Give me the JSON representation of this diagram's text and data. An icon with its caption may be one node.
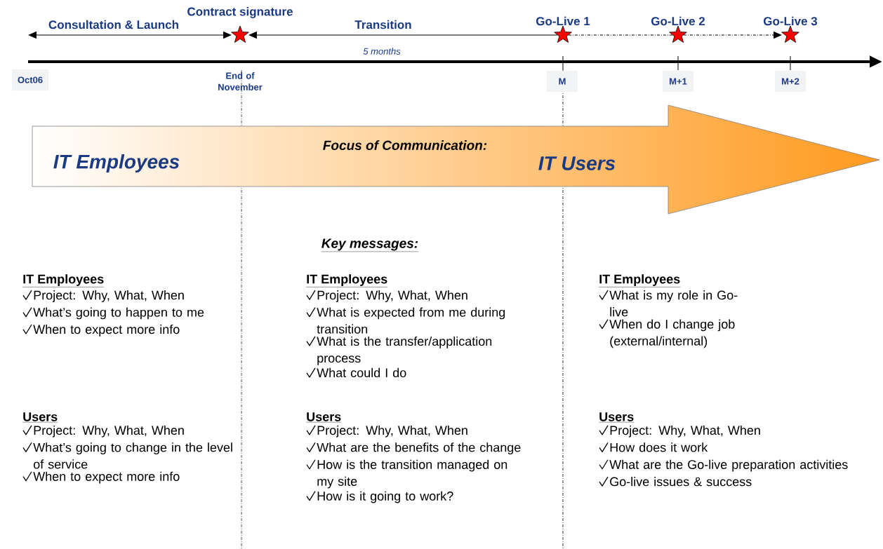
{
  "diagram": {
    "nodes": [
      {
        "text": [
          "Contract signature"
        ]
      },
      {
        "text": [
          "Go-Live 1"
        ]
      },
      {
        "text": [
          "Go-Live 2"
        ]
      },
      {
        "text": [
          "Go-Live 3"
        ]
      },
      {
        "text": [
          "Focus of Communication:",
          "IT Employees",
          "IT Users"
        ]
      }
    ],
    "edges": [
      {
        "from": null,
        "to": 0,
        "arrow": "both",
        "label": "Consultation & Launch"
      },
      {
        "from": 1,
        "to": 0,
        "arrow": "to",
        "label": "Transition"
      },
      {
        "from": 1,
        "to": 2,
        "arrow": "none",
        "style": "dashed"
      },
      {
        "from": 2,
        "to": 3,
        "arrow": "to",
        "style": "dashed"
      }
    ],
    "labels": [
      "5 months",
      "Oct06",
      "End of November",
      "M",
      "M+1",
      "M+2",
      "Key messages:",
      "IT Employees",
      "Project: Why, What, When",
      "What’s going to happen to me",
      "When to expect more info",
      "IT Employees",
      "Project: Why, What, When",
      "What is expected from me during transition",
      "What is the transfer/application process",
      "What could I do",
      "IT Employees",
      "What is my role in Go-live",
      "When do I change job (external/internal)",
      "Users",
      "Project: Why, What, When",
      "What’s going to change in the level of service",
      "When to expect more info",
      "Users",
      "Project: Why, What, When",
      "What are the benefits of the change",
      "How is the transition managed on my site",
      "How is it going to work?",
      "Users",
      "Project: Why, What, When",
      "How does it work",
      "What are the Go-live preparation activities",
      "Go-live issues & success"
    ]
  }
}
